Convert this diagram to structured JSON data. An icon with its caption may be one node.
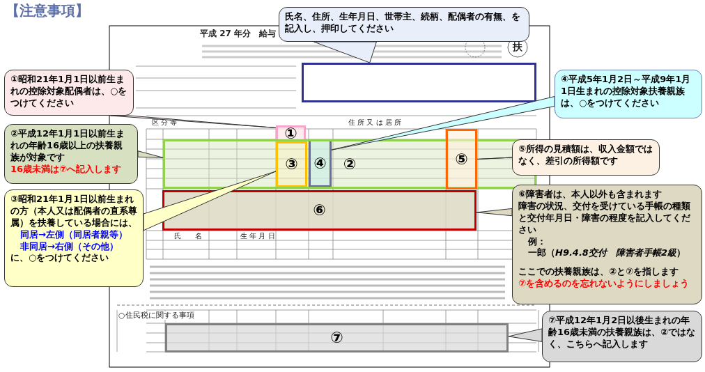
{
  "diagram": {
    "title": "【注意事項】",
    "nodes": [
      {
        "text": [
          "氏名、住所、生年月日、世帯主、続柄、配偶者の有無、を記入し、押印してください"
        ]
      },
      {
        "text": [],
        "shape": "box"
      },
      {
        "text": [
          "①**昭和21年1月1日以前生まれ**の控除対象配偶者は、○をつけてください"
        ]
      },
      {
        "text": [
          "①"
        ]
      },
      {
        "text": [
          "④**平成5年1月2日～平成9年1月1日生まれ**の控除対象扶養親族は、○をつけてください"
        ]
      },
      {
        "text": [
          "②**平成12年1月1日以前生まれ**の年齢16歳以上の扶養親族が対象です",
          "16歳未満は⑦へ記入します"
        ]
      },
      {
        "text": [
          "②"
        ]
      },
      {
        "text": [
          "③"
        ],
        "in": 6
      },
      {
        "text": [
          "④"
        ],
        "in": 6
      },
      {
        "text": [
          "⑤"
        ]
      },
      {
        "text": [
          "⑤所得の見積額は、収入金額ではなく、**差引の所得額**です"
        ]
      },
      {
        "text": [
          "③**昭和21年1月1日以前生まれ**",
          "の方（本人又は配偶者の直系尊属）を扶養している場合には、",
          "同居→左側（同居者親等）",
          "**非同居**→右側（その他）",
          "に、○をつけてください"
        ]
      },
      {
        "text": [
          "⑥"
        ]
      },
      {
        "text": [
          "⑥障害者は、本人以外も含まれます",
          "障害の状況、交付を受けている手帳の種類と交付年月日・障害の程度を記入してください",
          "例：",
          "一郎（*H9.4.8交付　障害者手帳2級*）",
          "ここでの扶養親族は、②と⑦を指します",
          "⑦を含めるのを忘れないようにしましょう"
        ]
      },
      {
        "text": [
          "⑦"
        ]
      },
      {
        "text": [
          "⑦**平成12年1月2日以**後生まれの年齢16歳**未満**の扶養親族は、②ではなく、こちらへ記入します"
        ]
      }
    ],
    "edges": [
      {
        "from": 0,
        "to": 1,
        "arrow": "none"
      },
      {
        "from": 2,
        "to": 3,
        "arrow": "none"
      },
      {
        "from": 4,
        "to": 8,
        "arrow": "none"
      },
      {
        "from": 5,
        "to": 6,
        "arrow": "none"
      },
      {
        "from": 11,
        "to": 7,
        "arrow": "none"
      },
      {
        "from": 10,
        "to": 9,
        "arrow": "none"
      },
      {
        "from": 13,
        "to": 12,
        "arrow": "none"
      },
      {
        "from": 15,
        "to": 14,
        "arrow": "none"
      }
    ],
    "labels": [
      "平成 27 年分　給与",
      "扶",
      "区 分 等",
      "氏　　名",
      "生 年 月 日",
      "住 所 又 は 居 所",
      "○住民税に関する事項"
    ]
  }
}
